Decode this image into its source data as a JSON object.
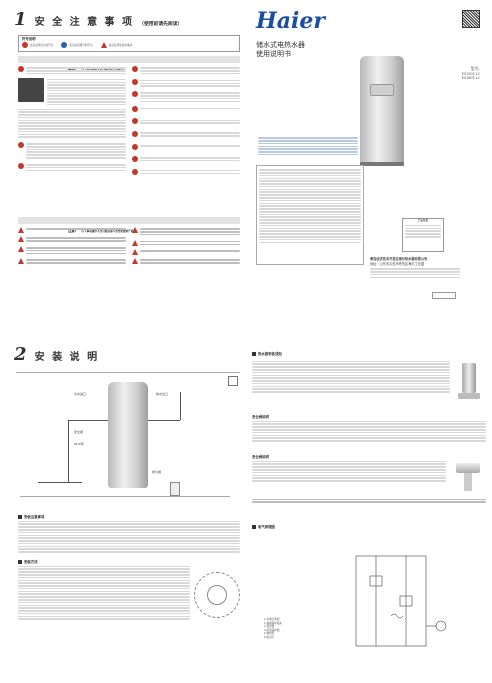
{
  "section1": {
    "number": "1",
    "title": "安 全 注 意 事 项",
    "subtitle": "（使用前请先阅读）",
    "sign_legend_title": "符号说明",
    "legend_items": [
      "表示必须禁止的行为",
      "表示必须遵守的行为",
      "表示必须注意的事项"
    ],
    "warning_label": "警告!",
    "warning_text": "以下事项操作不当可能造成人身伤亡!",
    "caution_label": "注意!",
    "caution_text": "以下事项操作不当可能造成人身伤害或财产损失!"
  },
  "cover": {
    "brand": "Haier",
    "product_title": "储水式电热水器",
    "doc_title": "使用说明书",
    "model_label": "型号:",
    "models": [
      "ES150F-LC",
      "ES180F-LC"
    ],
    "company_line1": "青岛经济技术开发区海尔热水器有限公司",
    "company_line2": "地址：山东省青岛市黄岛区海尔工业园",
    "product_info": "产品信息"
  },
  "section2": {
    "number": "2",
    "title": "安 装 说 明",
    "install_tips_title": "热水器安装须知",
    "safety_valve_title": "安全阀说明",
    "valve_title2": "安全阀说明",
    "wiring_title": "电气原理图",
    "left_title1": "安装注意事项",
    "left_title2": "安装方法"
  },
  "wiring_legend": [
    "1.水电分离器",
    "2.漏电保护插头",
    "3.温控器",
    "4.超温保护器",
    "5.电热管",
    "6.指示灯"
  ],
  "diagram_labels": [
    "冷水进口",
    "热水出口",
    "安全阀",
    "PP-R管",
    "排污阀"
  ]
}
